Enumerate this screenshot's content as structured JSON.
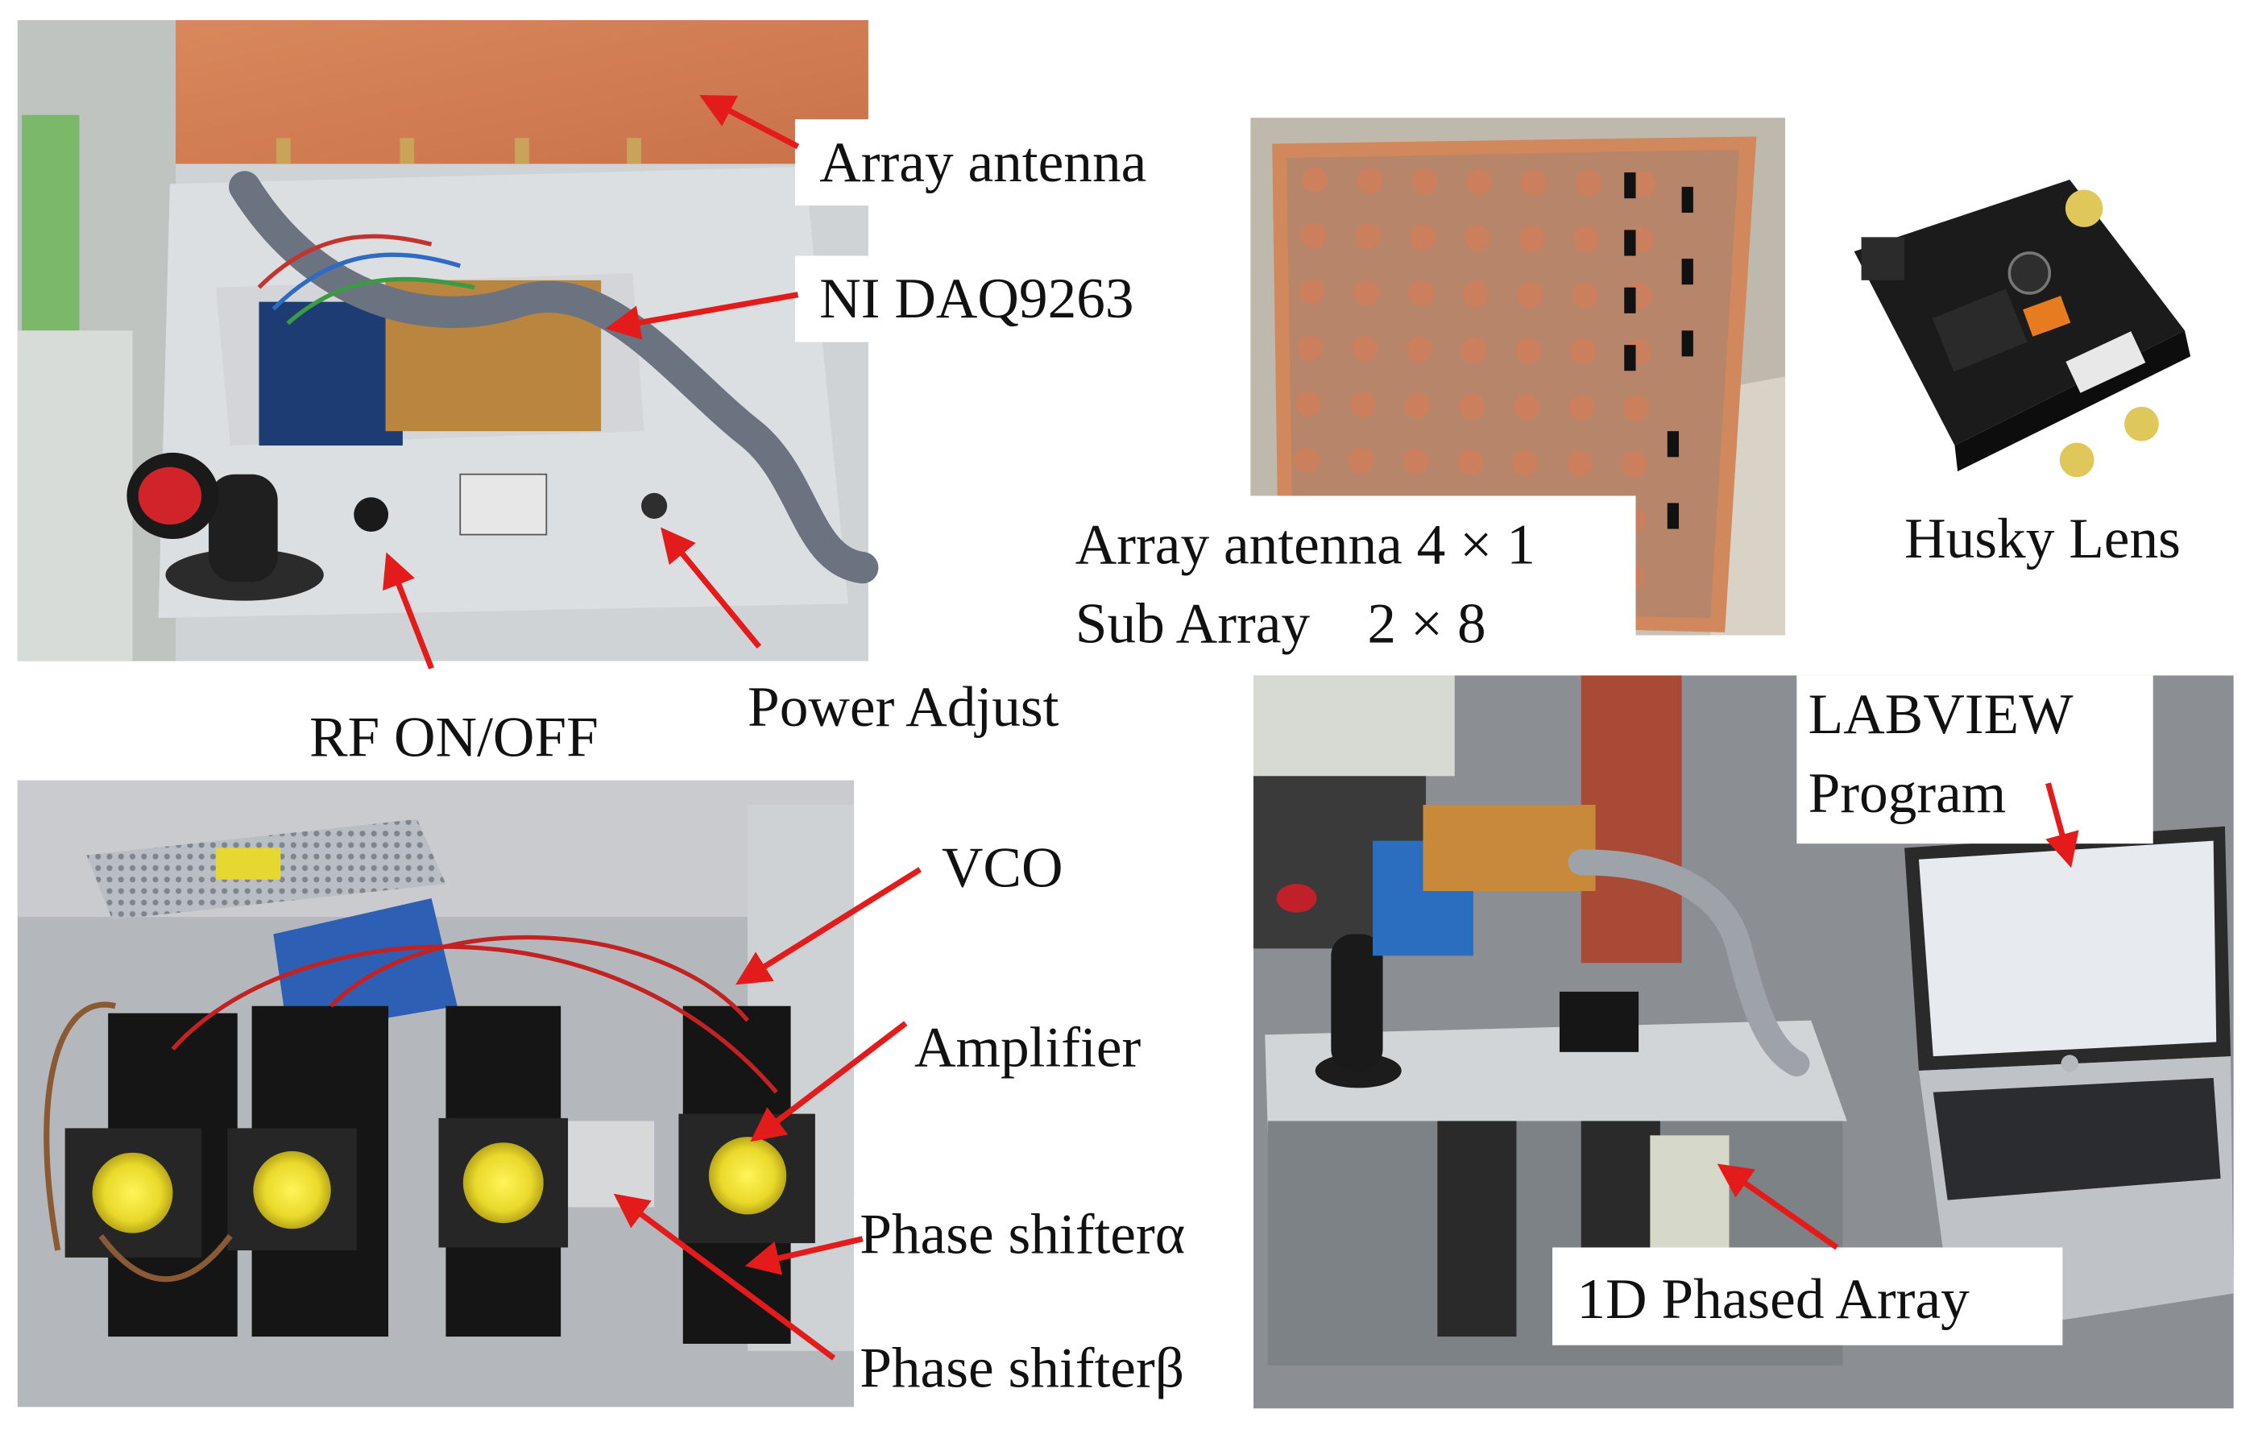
{
  "figure": {
    "colors": {
      "arrow": "#e31b1b",
      "background": "#ffffff",
      "label_text": "#111111"
    },
    "labels": {
      "array_antenna": "Array antenna",
      "ni_daq": "NI DAQ9263",
      "rf_on_off": "RF ON/OFF",
      "power_adjust": "Power Adjust",
      "array_antenna_4x1": "Array antenna 4 × 1",
      "sub_array": "Sub Array　2 × 8",
      "husky_lens": "Husky Lens",
      "labview_line1": "LABVIEW",
      "labview_line2": "Program",
      "vco": "VCO",
      "amplifier": "Amplifier",
      "phase_shifter_alpha": "Phase shifterα",
      "phase_shifter_beta": "Phase shifterβ",
      "phased_array_1d": "1D Phased Array"
    }
  }
}
